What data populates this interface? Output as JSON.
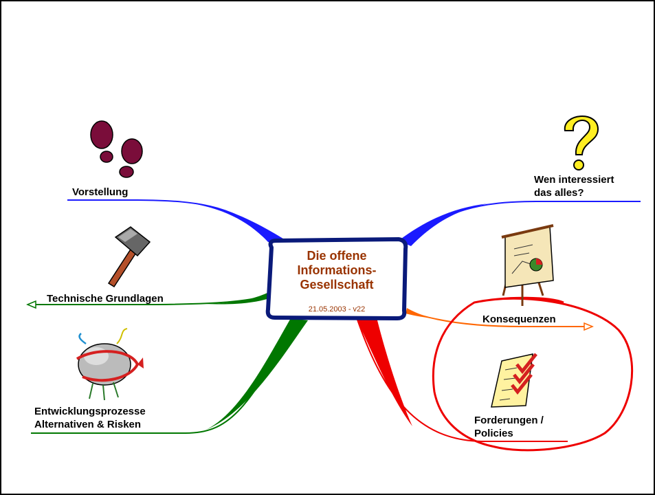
{
  "center": {
    "title_line1": "Die offene",
    "title_line2": "Informations-",
    "title_line3": "Gesellschaft",
    "date": "21.05.2003 - v22"
  },
  "branches": {
    "vorstellung": {
      "label": "Vorstellung",
      "icon": "footprints-icon",
      "color": "#1a1aff"
    },
    "technische": {
      "label": "Technische Grundlagen",
      "icon": "hammer-icon",
      "color": "#007700"
    },
    "entwicklung": {
      "label_line1": "Entwicklungsprozesse",
      "label_line2": "Alternativen & Risken",
      "icon": "tornado-icon",
      "color": "#007700"
    },
    "wen": {
      "label_line1": "Wen interessiert",
      "label_line2": "das alles?",
      "icon": "question-mark-icon",
      "color": "#1a1aff"
    },
    "konsequenzen": {
      "label": "Konsequenzen",
      "icon": "flipchart-icon",
      "color": "#ff6600"
    },
    "forderungen": {
      "label_line1": "Forderungen /",
      "label_line2": "Policies",
      "icon": "checklist-icon",
      "color": "#ee0000"
    }
  },
  "colors": {
    "center_border": "#0a1a7a",
    "center_text": "#993300",
    "highlight": "#ee0000"
  }
}
